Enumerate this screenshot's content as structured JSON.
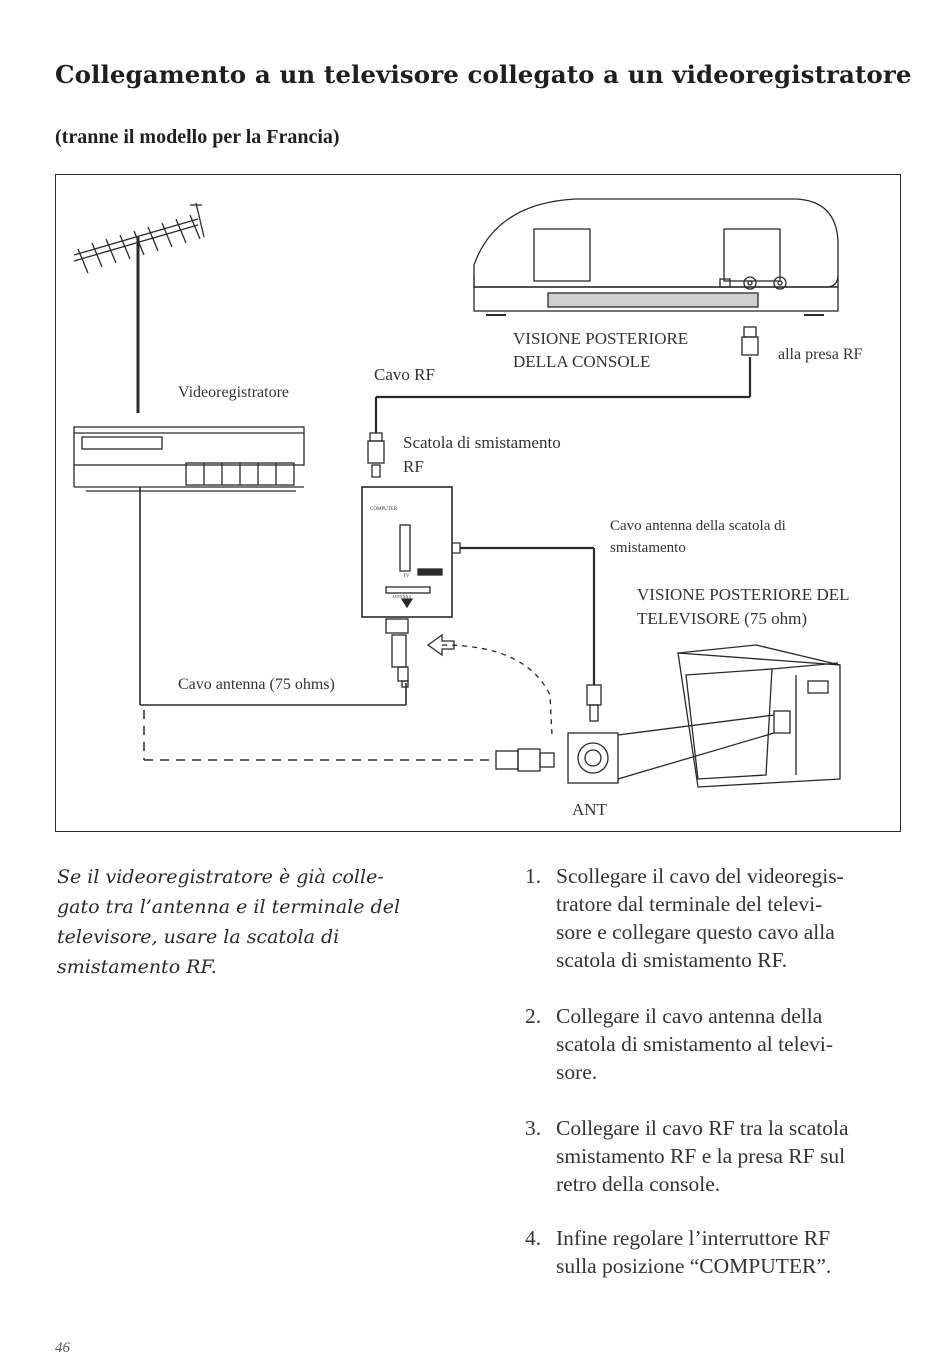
{
  "title": "Collegamento a un televisore collegato a un videoregistratore",
  "subtitle": "(tranne il modello per la Francia)",
  "diagram": {
    "videoregistratore": "Videoregistratore",
    "cavo_rf": "Cavo RF",
    "rear_console": [
      "VISIONE POSTERIORE",
      "DELLA CONSOLE"
    ],
    "alla_presa_rf": "alla presa RF",
    "scatola_smistamento": [
      "Scatola di smistamento",
      "RF"
    ],
    "cavo_antenna_scatola": [
      "Cavo antenna della scatola di",
      "smistamento"
    ],
    "rear_tv": [
      "VISIONE POSTERIORE DEL",
      "TELEVISORE (75 ohm)"
    ],
    "cavo_antenna_75": "Cavo antenna (75 ohms)",
    "ant": "ANT",
    "switch_computer": "COMPUTER",
    "switch_tv": "TV",
    "switch_antenna": "ANTENNA"
  },
  "note": [
    "Se il videoregistratore è già colle-",
    "gato tra l’antenna e il terminale del",
    "televisore, usare la scatola di",
    "smistamento RF."
  ],
  "steps": [
    {
      "num": "1.",
      "lines": [
        "Scollegare il cavo del videoregis-",
        "tratore dal terminale del televi-",
        "sore e collegare questo cavo alla",
        "scatola di smistamento RF."
      ]
    },
    {
      "num": "2.",
      "lines": [
        "Collegare il cavo antenna della",
        "scatola di smistamento al televi-",
        "sore."
      ]
    },
    {
      "num": "3.",
      "lines": [
        "Collegare il cavo RF tra la scatola",
        "smistamento RF e la presa RF sul",
        "retro della console."
      ]
    },
    {
      "num": "4.",
      "lines": [
        "Infine regolare l’interruttore RF",
        "sulla posizione “COMPUTER”."
      ]
    }
  ],
  "page_number": "46"
}
